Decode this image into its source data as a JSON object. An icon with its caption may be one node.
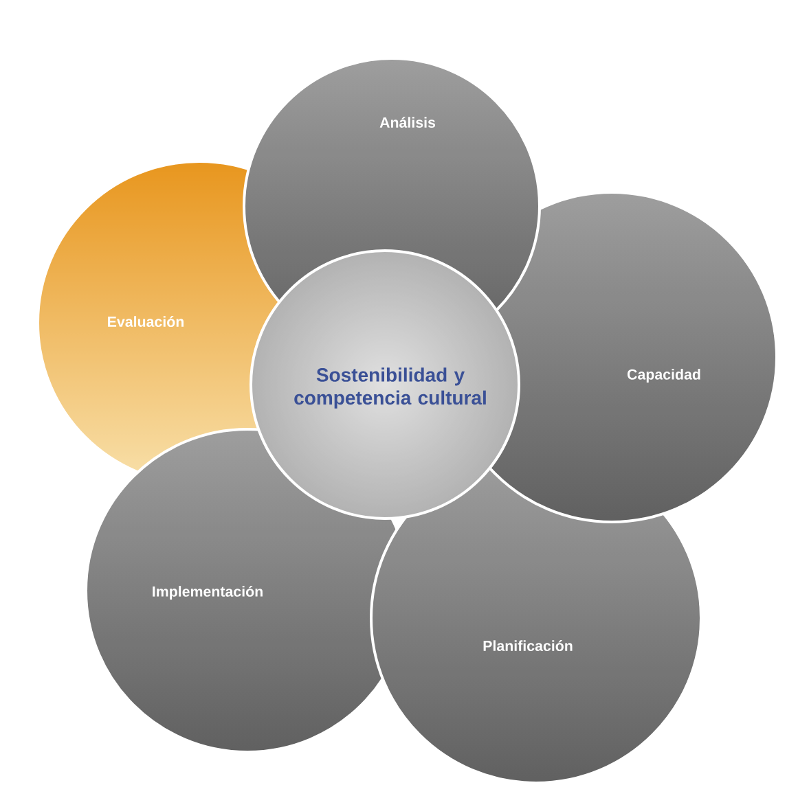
{
  "diagram": {
    "nodes": [
      {
        "text": [
          "Análisis"
        ]
      },
      {
        "text": [
          "Evaluación"
        ]
      },
      {
        "text": [
          "Sostenibilidad y competencia cultural"
        ]
      },
      {
        "text": [
          "Capacidad"
        ]
      },
      {
        "text": [
          "Implementación"
        ]
      },
      {
        "text": [
          "Planificación"
        ]
      }
    ]
  }
}
